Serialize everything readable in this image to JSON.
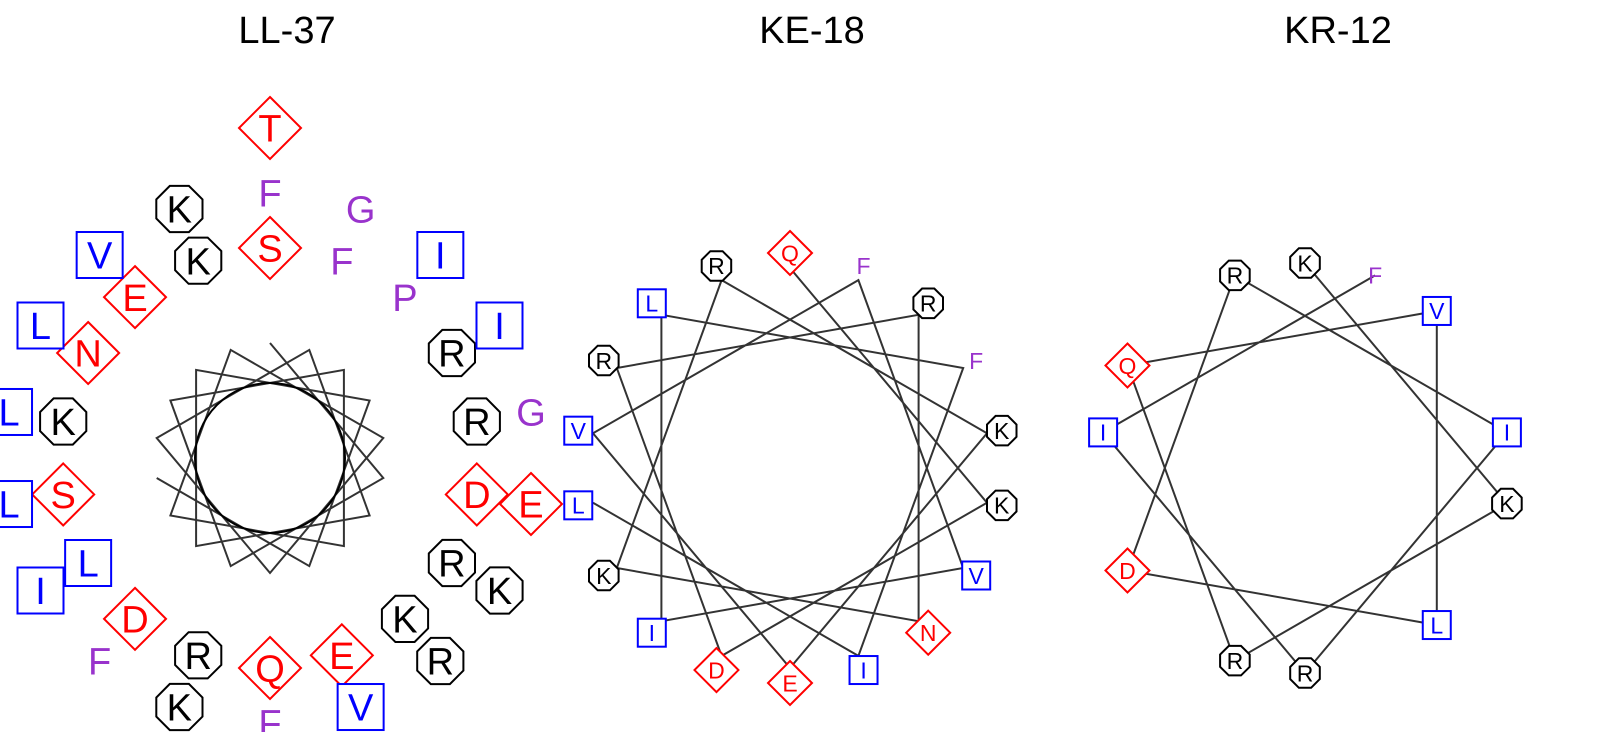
{
  "legend_colors": {
    "charged_basic": "#000000",
    "charged_acidic_polar": "#ff0000",
    "hydrophobic": "#0000ff",
    "other": "#9933cc"
  },
  "panels": [
    {
      "title": "LL-37",
      "residues": [
        {
          "aa": "S",
          "kind": "diamond",
          "color": "red"
        },
        {
          "aa": "D",
          "kind": "diamond",
          "color": "red"
        },
        {
          "aa": "R",
          "kind": "octagon",
          "color": "black"
        },
        {
          "aa": "N",
          "kind": "diamond",
          "color": "red"
        },
        {
          "aa": "P",
          "kind": "text",
          "color": "purple"
        },
        {
          "aa": "K",
          "kind": "octagon",
          "color": "black"
        },
        {
          "aa": "L",
          "kind": "square",
          "color": "blue"
        },
        {
          "aa": "K",
          "kind": "octagon",
          "color": "black"
        },
        {
          "aa": "R",
          "kind": "octagon",
          "color": "black"
        },
        {
          "aa": "Q",
          "kind": "diamond",
          "color": "red"
        },
        {
          "aa": "K",
          "kind": "octagon",
          "color": "black"
        },
        {
          "aa": "F",
          "kind": "text",
          "color": "purple"
        },
        {
          "aa": "R",
          "kind": "octagon",
          "color": "black"
        },
        {
          "aa": "D",
          "kind": "diamond",
          "color": "red"
        },
        {
          "aa": "E",
          "kind": "diamond",
          "color": "red"
        },
        {
          "aa": "R",
          "kind": "octagon",
          "color": "black"
        },
        {
          "aa": "E",
          "kind": "diamond",
          "color": "red"
        },
        {
          "aa": "S",
          "kind": "diamond",
          "color": "red"
        },
        {
          "aa": "F",
          "kind": "text",
          "color": "purple"
        },
        {
          "aa": "E",
          "kind": "diamond",
          "color": "red"
        },
        {
          "aa": "K",
          "kind": "octagon",
          "color": "black"
        },
        {
          "aa": "L",
          "kind": "square",
          "color": "blue"
        },
        {
          "aa": "I",
          "kind": "square",
          "color": "blue"
        },
        {
          "aa": "R",
          "kind": "octagon",
          "color": "black"
        },
        {
          "aa": "I",
          "kind": "square",
          "color": "blue"
        },
        {
          "aa": "K",
          "kind": "octagon",
          "color": "black"
        },
        {
          "aa": "G",
          "kind": "text",
          "color": "purple"
        },
        {
          "aa": "F",
          "kind": "text",
          "color": "purple"
        },
        {
          "aa": "L",
          "kind": "square",
          "color": "blue"
        },
        {
          "aa": "G",
          "kind": "text",
          "color": "purple"
        },
        {
          "aa": "K",
          "kind": "octagon",
          "color": "black"
        },
        {
          "aa": "F",
          "kind": "text",
          "color": "purple"
        },
        {
          "aa": "V",
          "kind": "square",
          "color": "blue"
        },
        {
          "aa": "I",
          "kind": "square",
          "color": "blue"
        },
        {
          "aa": "V",
          "kind": "square",
          "color": "blue"
        },
        {
          "aa": "L",
          "kind": "square",
          "color": "blue"
        },
        {
          "aa": "T",
          "kind": "diamond",
          "color": "red"
        }
      ]
    },
    {
      "title": "KE-18",
      "residues": [
        {
          "aa": "Q",
          "kind": "diamond",
          "color": "red"
        },
        {
          "aa": "K",
          "kind": "octagon",
          "color": "black"
        },
        {
          "aa": "D",
          "kind": "diamond",
          "color": "red"
        },
        {
          "aa": "R",
          "kind": "octagon",
          "color": "black"
        },
        {
          "aa": "R",
          "kind": "octagon",
          "color": "black"
        },
        {
          "aa": "N",
          "kind": "diamond",
          "color": "red"
        },
        {
          "aa": "K",
          "kind": "octagon",
          "color": "black"
        },
        {
          "aa": "R",
          "kind": "octagon",
          "color": "black"
        },
        {
          "aa": "K",
          "kind": "octagon",
          "color": "black"
        },
        {
          "aa": "E",
          "kind": "diamond",
          "color": "red"
        },
        {
          "aa": "V",
          "kind": "square",
          "color": "blue"
        },
        {
          "aa": "F",
          "kind": "text",
          "color": "purple"
        },
        {
          "aa": "V",
          "kind": "square",
          "color": "blue"
        },
        {
          "aa": "I",
          "kind": "square",
          "color": "blue"
        },
        {
          "aa": "L",
          "kind": "square",
          "color": "blue"
        },
        {
          "aa": "F",
          "kind": "text",
          "color": "purple"
        },
        {
          "aa": "I",
          "kind": "square",
          "color": "blue"
        },
        {
          "aa": "L",
          "kind": "square",
          "color": "blue"
        }
      ]
    },
    {
      "title": "KR-12",
      "residues": [
        {
          "aa": "K",
          "kind": "octagon",
          "color": "black"
        },
        {
          "aa": "K",
          "kind": "octagon",
          "color": "black"
        },
        {
          "aa": "R",
          "kind": "octagon",
          "color": "black"
        },
        {
          "aa": "Q",
          "kind": "diamond",
          "color": "red"
        },
        {
          "aa": "V",
          "kind": "square",
          "color": "blue"
        },
        {
          "aa": "L",
          "kind": "square",
          "color": "blue"
        },
        {
          "aa": "D",
          "kind": "diamond",
          "color": "red"
        },
        {
          "aa": "R",
          "kind": "octagon",
          "color": "black"
        },
        {
          "aa": "I",
          "kind": "square",
          "color": "blue"
        },
        {
          "aa": "R",
          "kind": "octagon",
          "color": "black"
        },
        {
          "aa": "I",
          "kind": "square",
          "color": "blue"
        },
        {
          "aa": "F",
          "kind": "text",
          "color": "purple"
        }
      ]
    }
  ]
}
